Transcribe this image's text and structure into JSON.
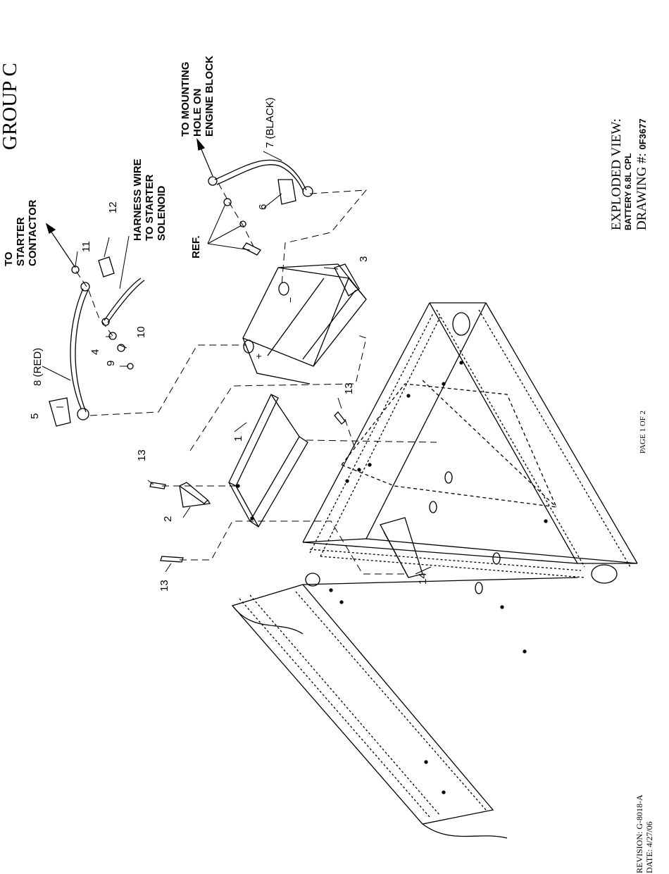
{
  "header": {
    "group": "GROUP C"
  },
  "title_block": {
    "view_title": "EXPLODED VIEW:",
    "subtitle": "BATTERY 6.8L CPL",
    "drawing_label": "DRAWING #:",
    "drawing_number": "0F3677"
  },
  "footer": {
    "page": "PAGE 1 OF 2",
    "revision": "REVISION: G-8018-A",
    "date": "DATE:  4/27/06"
  },
  "callouts": {
    "c1": "1",
    "c2": "2",
    "c3": "3",
    "c4": "4",
    "c5": "5",
    "c6": "6",
    "c7": "7 (BLACK)",
    "c8": "8 (RED)",
    "c9": "9",
    "c10": "10",
    "c11": "11",
    "c12": "12",
    "c13a": "13",
    "c13b": "13",
    "c13c": "13",
    "c14": "14"
  },
  "notes": {
    "starter_contactor": [
      "TO",
      "STARTER",
      "CONTACTOR"
    ],
    "harness": [
      "HARNESS WIRE",
      "TO STARTER",
      "SOLENOID"
    ],
    "mounting": [
      "TO MOUNTING",
      "HOLE ON",
      "ENGINE BLOCK"
    ],
    "ref": "REF.",
    "plus": "+",
    "minus": "−"
  }
}
